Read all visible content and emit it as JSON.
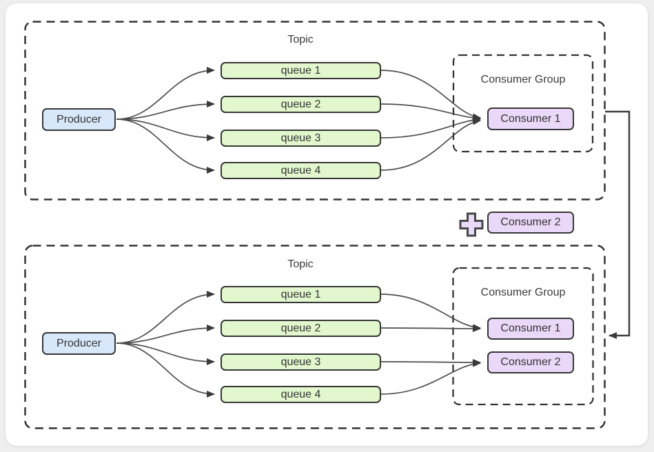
{
  "colors": {
    "page_bg": "#efefef",
    "card_bg": "#ffffff",
    "dashed_border": "#333333",
    "arrow_line": "#4d4d4d",
    "producer_fill": "#d8e7fa",
    "queue_fill": "#e2f7cd",
    "consumer_fill": "#e9d8f8",
    "text": "#333333"
  },
  "top_panel": {
    "title": "Topic",
    "producer_label": "Producer",
    "queues": [
      "queue 1",
      "queue 2",
      "queue 3",
      "queue 4"
    ],
    "consumer_group": {
      "label": "Consumer Group",
      "consumers": [
        "Consumer 1"
      ]
    }
  },
  "addition": {
    "icon": "plus-icon",
    "consumer_label": "Consumer 2"
  },
  "bottom_panel": {
    "title": "Topic",
    "producer_label": "Producer",
    "queues": [
      "queue 1",
      "queue 2",
      "queue 3",
      "queue 4"
    ],
    "consumer_group": {
      "label": "Consumer Group",
      "consumers": [
        "Consumer 1",
        "Consumer 2"
      ]
    }
  }
}
